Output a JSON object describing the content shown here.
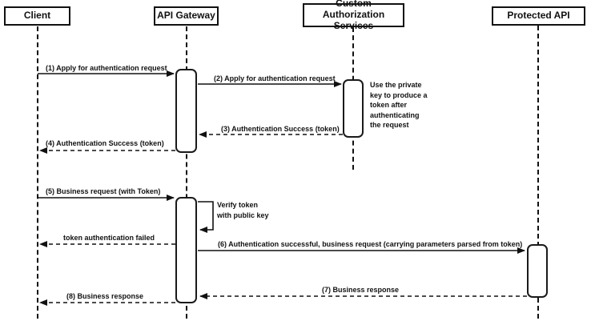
{
  "diagram_type": "sequence-diagram",
  "colors": {
    "line": "#000000",
    "background": "#ffffff",
    "box_fill": "#ffffff"
  },
  "actors": [
    {
      "id": "client",
      "label": "Client"
    },
    {
      "id": "api-gateway",
      "label": "API Gateway"
    },
    {
      "id": "custom-auth-services",
      "label": "Custom Authorization Services"
    },
    {
      "id": "protected-api",
      "label": "Protected API"
    }
  ],
  "messages": [
    {
      "label": "(1) Apply for authentication request",
      "from": "Client",
      "to": "API Gateway",
      "line": "solid"
    },
    {
      "label": "(2) Apply for authentication request",
      "from": "API Gateway",
      "to": "Custom Authorization Services",
      "line": "solid"
    },
    {
      "label": "(3) Authentication Success (token)",
      "from": "Custom Authorization Services",
      "to": "API Gateway",
      "line": "dashed"
    },
    {
      "label": "(4) Authentication Success (token)",
      "from": "API Gateway",
      "to": "Client",
      "line": "dashed"
    },
    {
      "label": "(5) Business request (with Token)",
      "from": "Client",
      "to": "API Gateway",
      "line": "solid"
    },
    {
      "label": "token authentication failed",
      "from": "API Gateway",
      "to": "Client",
      "line": "dashed"
    },
    {
      "label": "(6) Authentication successful, business request (carrying parameters parsed from token)",
      "from": "API Gateway",
      "to": "Protected API",
      "line": "solid"
    },
    {
      "label": "(7) Business response",
      "from": "Protected API",
      "to": "API Gateway",
      "line": "dashed"
    },
    {
      "label": "(8) Business response",
      "from": "API Gateway",
      "to": "Client",
      "line": "dashed"
    }
  ],
  "self_message": {
    "actor": "API Gateway",
    "label": "Verify token\nwith public key"
  },
  "note": {
    "near": "Custom Authorization Services",
    "text": "Use the private\nkey to produce a\ntoken after\nauthenticating\nthe request"
  }
}
